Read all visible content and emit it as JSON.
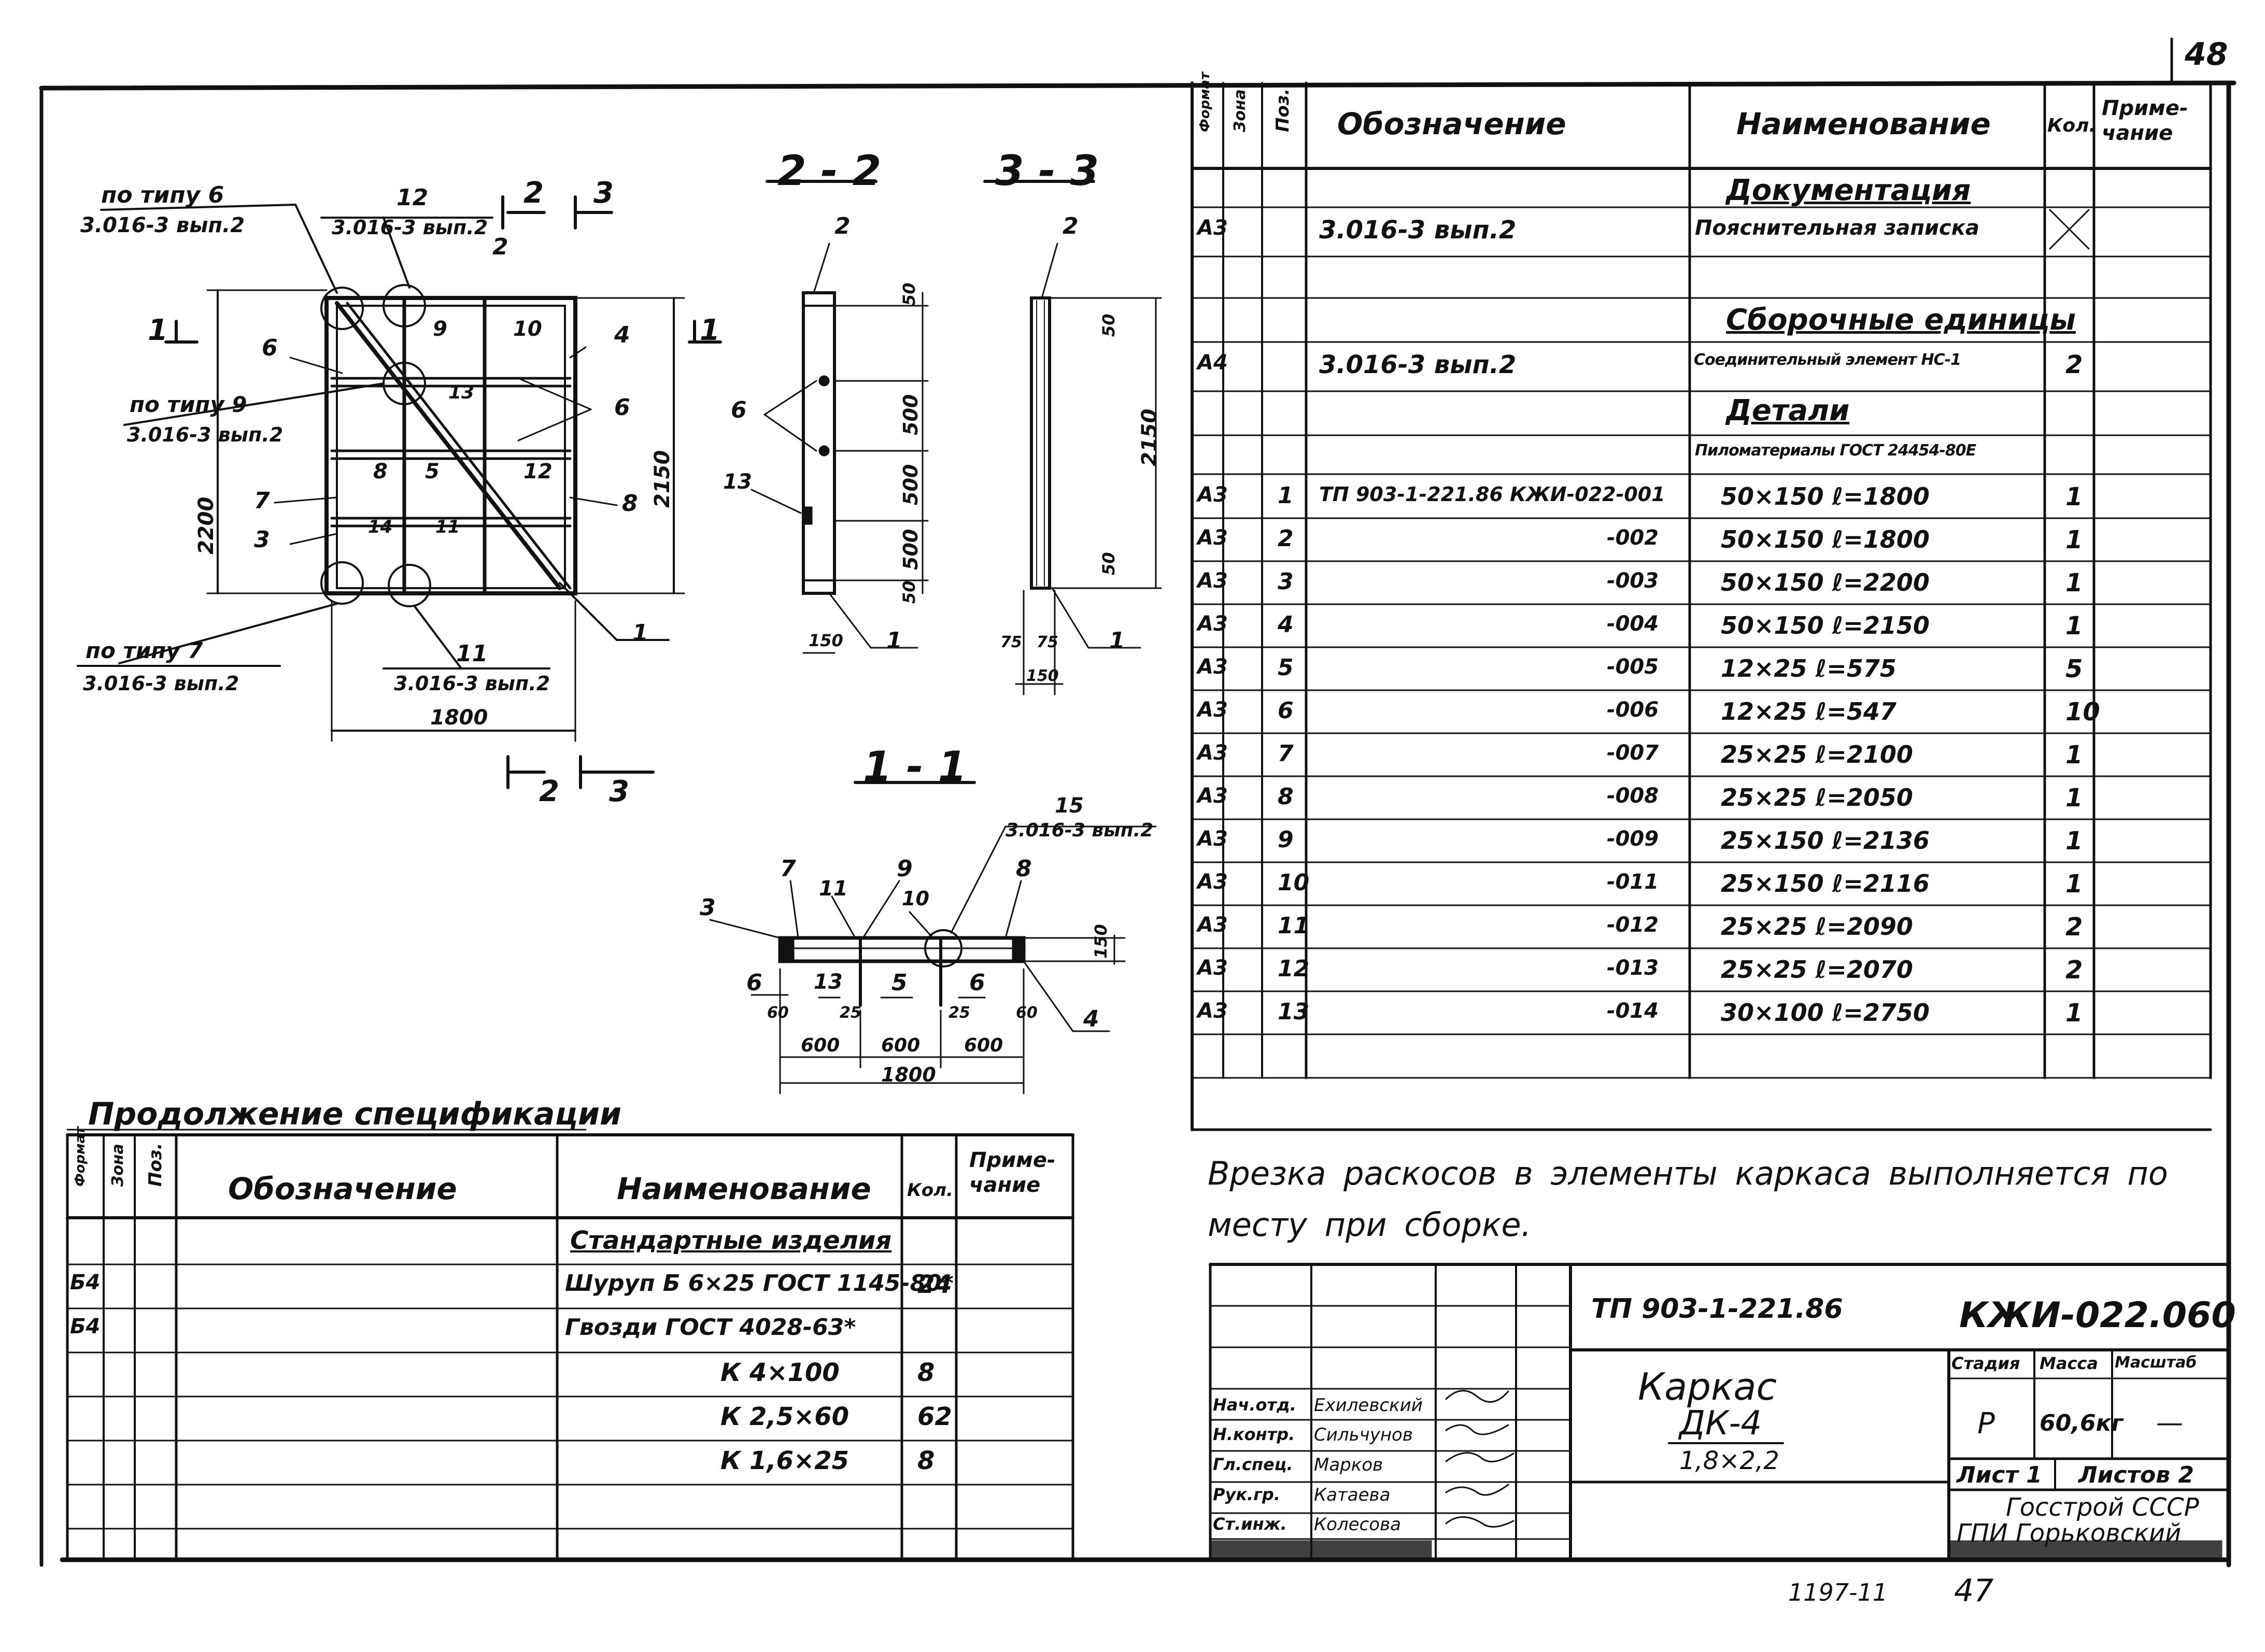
{
  "page_number": "48",
  "bottom_marks": {
    "left": "1197-11",
    "right": "47"
  },
  "note": "Врезка раскосов в элементы каркаса выполняется по месту при сборке.",
  "drawing": {
    "sections": [
      "2 - 2",
      "3 - 3",
      "1 - 1"
    ],
    "section_markers": [
      "2",
      "3",
      "1",
      "1",
      "2",
      "3"
    ],
    "callout_labels": [
      {
        "type": "по типу 6",
        "ref": "3.016-3 вып.2"
      },
      {
        "type": "12",
        "ref": "3.016-3 вып.2"
      },
      {
        "type": "по типу 9",
        "ref": "3.016-3 вып.2"
      },
      {
        "type": "по типу 7",
        "ref": "3.016-3 вып.2"
      },
      {
        "type": "11",
        "ref": "3.016-3 вып.2"
      },
      {
        "type": "15",
        "ref": "3.016-3 вып.2"
      }
    ],
    "elevation": {
      "positions": [
        "2",
        "1",
        "9",
        "10",
        "4",
        "6",
        "13",
        "6",
        "7",
        "8",
        "5",
        "12",
        "3",
        "14",
        "11",
        "8"
      ],
      "dims": {
        "width": "1800",
        "height_left": "2200",
        "height_right": "2150"
      }
    },
    "section_22": {
      "labels": [
        "2",
        "6",
        "13",
        "1"
      ],
      "dims": [
        "50",
        "500",
        "500",
        "500",
        "50",
        "150"
      ]
    },
    "section_33": {
      "labels": [
        "2",
        "1"
      ],
      "dims": [
        "50",
        "2150",
        "50",
        "75",
        "75",
        "150"
      ]
    },
    "section_11": {
      "labels": [
        "3",
        "7",
        "11",
        "9",
        "10",
        "8",
        "6",
        "13",
        "5",
        "6",
        "4"
      ],
      "dims": [
        "60",
        "25",
        "25",
        "60",
        "150",
        "600",
        "600",
        "600",
        "1800"
      ]
    }
  },
  "spec": {
    "headers": {
      "format": "Формат",
      "zone": "Зона",
      "pos": "Поз.",
      "designation": "Обозначение",
      "name": "Наименование",
      "qty": "Кол.",
      "note": "Приме-чание"
    },
    "rows": [
      {
        "format": "",
        "pos": "",
        "designation": "",
        "name": "Документация",
        "qty": "",
        "kind": "section"
      },
      {
        "format": "А3",
        "pos": "",
        "designation": "3.016-3 вып.2",
        "name": "Пояснительная записка",
        "qty": "",
        "kind": "doc"
      },
      {
        "format": "",
        "pos": "",
        "designation": "",
        "name": "",
        "qty": "",
        "kind": "blank"
      },
      {
        "format": "",
        "pos": "",
        "designation": "",
        "name": "Сборочные единицы",
        "qty": "",
        "kind": "section"
      },
      {
        "format": "А4",
        "pos": "",
        "designation": "3.016-3 вып.2",
        "name": "Соединительный элемент НС-1",
        "qty": "2",
        "kind": "item"
      },
      {
        "format": "",
        "pos": "",
        "designation": "",
        "name": "Детали",
        "qty": "",
        "kind": "section"
      },
      {
        "format": "",
        "pos": "",
        "designation": "",
        "name": "Пиломатериалы ГОСТ 24454-80Е",
        "qty": "",
        "kind": "subhead"
      },
      {
        "format": "А3",
        "pos": "1",
        "designation": "ТП 903-1-221.86 КЖИ-022-001",
        "name": "50×150   ℓ=1800",
        "qty": "1",
        "kind": "item"
      },
      {
        "format": "А3",
        "pos": "2",
        "designation": "-002",
        "name": "50×150   ℓ=1800",
        "qty": "1",
        "kind": "item"
      },
      {
        "format": "А3",
        "pos": "3",
        "designation": "-003",
        "name": "50×150   ℓ=2200",
        "qty": "1",
        "kind": "item"
      },
      {
        "format": "А3",
        "pos": "4",
        "designation": "-004",
        "name": "50×150   ℓ=2150",
        "qty": "1",
        "kind": "item"
      },
      {
        "format": "А3",
        "pos": "5",
        "designation": "-005",
        "name": "12×25   ℓ=575",
        "qty": "5",
        "kind": "item"
      },
      {
        "format": "А3",
        "pos": "6",
        "designation": "-006",
        "name": "12×25   ℓ=547",
        "qty": "10",
        "kind": "item"
      },
      {
        "format": "А3",
        "pos": "7",
        "designation": "-007",
        "name": "25×25   ℓ=2100",
        "qty": "1",
        "kind": "item"
      },
      {
        "format": "А3",
        "pos": "8",
        "designation": "-008",
        "name": "25×25   ℓ=2050",
        "qty": "1",
        "kind": "item"
      },
      {
        "format": "А3",
        "pos": "9",
        "designation": "-009",
        "name": "25×150   ℓ=2136",
        "qty": "1",
        "kind": "item"
      },
      {
        "format": "А3",
        "pos": "10",
        "designation": "-011",
        "name": "25×150   ℓ=2116",
        "qty": "1",
        "kind": "item"
      },
      {
        "format": "А3",
        "pos": "11",
        "designation": "-012",
        "name": "25×25   ℓ=2090",
        "qty": "2",
        "kind": "item"
      },
      {
        "format": "А3",
        "pos": "12",
        "designation": "-013",
        "name": "25×25   ℓ=2070",
        "qty": "2",
        "kind": "item"
      },
      {
        "format": "А3",
        "pos": "13",
        "designation": "-014",
        "name": "30×100   ℓ=2750",
        "qty": "1",
        "kind": "item"
      }
    ]
  },
  "spec_continued": {
    "title": "Продолжение спецификации",
    "headers": {
      "format": "Формат",
      "zone": "Зона",
      "pos": "Поз.",
      "designation": "Обозначение",
      "name": "Наименование",
      "qty": "Кол.",
      "note": "Приме-чание"
    },
    "rows": [
      {
        "format": "",
        "name": "Стандартные изделия",
        "qty": "",
        "kind": "section"
      },
      {
        "format": "Б4",
        "name": "Шуруп Б 6×25 ГОСТ 1145-80*",
        "qty": "24",
        "kind": "item"
      },
      {
        "format": "Б4",
        "name": "Гвозди ГОСТ 4028-63*",
        "qty": "",
        "kind": "item"
      },
      {
        "format": "",
        "name": "К 4×100",
        "qty": "8",
        "kind": "sub"
      },
      {
        "format": "",
        "name": "К 2,5×60",
        "qty": "62",
        "kind": "sub"
      },
      {
        "format": "",
        "name": "К 1,6×25",
        "qty": "8",
        "kind": "sub"
      }
    ]
  },
  "title_block": {
    "project": "ТП 903-1-221.86",
    "code": "КЖИ-022.060",
    "title_lines": [
      "Каркас",
      "ДК-4",
      "1,8×2,2"
    ],
    "stage_label": "Стадия",
    "mass_label": "Масса",
    "scale_label": "Масштаб",
    "stage": "Р",
    "mass": "60,6кг",
    "scale": "—",
    "sheet": "Лист 1",
    "sheets": "Листов 2",
    "org_lines": [
      "Госстрой СССР",
      "ГПИ Горьковский"
    ],
    "people": [
      {
        "role": "Нач.отд.",
        "name": "Ехилевский"
      },
      {
        "role": "Н.контр.",
        "name": "Сильчунов"
      },
      {
        "role": "Гл.спец.",
        "name": "Марков"
      },
      {
        "role": "Рук.гр.",
        "name": "Катаева"
      },
      {
        "role": "Ст.инж.",
        "name": "Колесова"
      }
    ]
  }
}
